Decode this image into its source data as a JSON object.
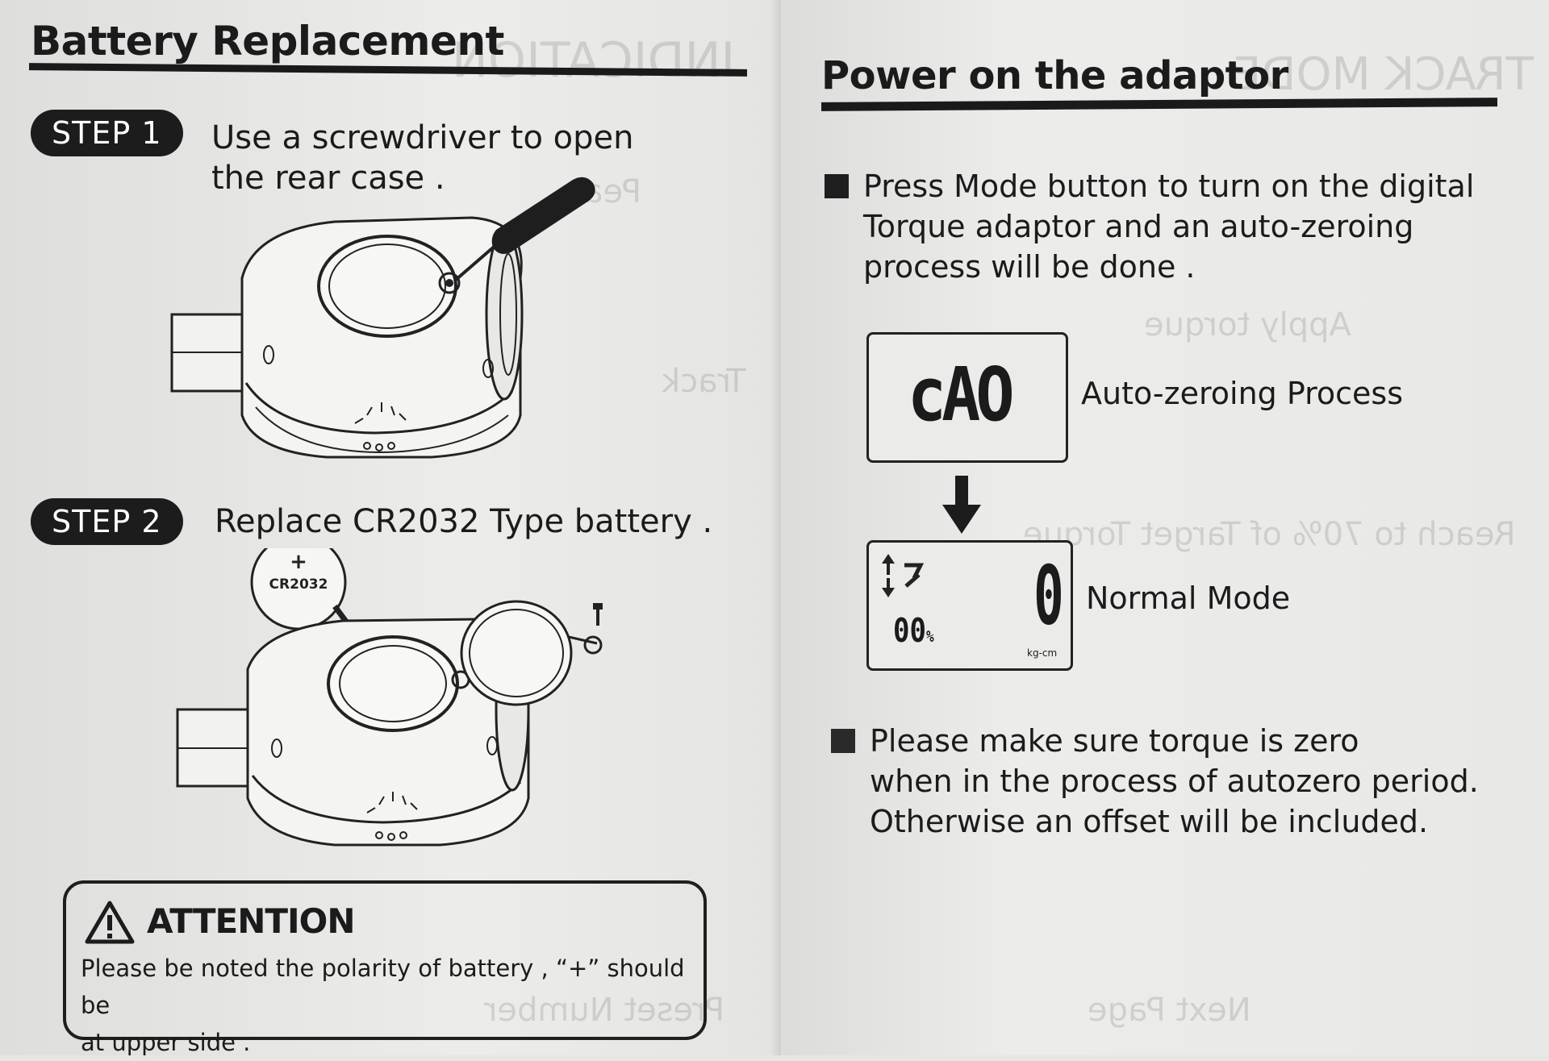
{
  "left": {
    "title": "Battery Replacement",
    "step1": {
      "badge": "STEP 1",
      "line1": "Use a screwdriver to open",
      "line2": "the rear case ."
    },
    "step2": {
      "badge": "STEP 2",
      "text": "Replace CR2032 Type battery ."
    },
    "battery": {
      "sign": "+",
      "model": "CR2032"
    },
    "attention": {
      "title": "ATTENTION",
      "line1": "Please be noted the polarity of battery ,  “+”   should be",
      "line2": "at upper side ."
    }
  },
  "right": {
    "title": "Power on the adaptor",
    "bullet1": {
      "line1": "Press Mode button to turn on the digital",
      "line2": "Torque adaptor and an auto-zeroing",
      "line3": "process will be done ."
    },
    "lcd1": {
      "display": "cAO",
      "label": "Auto-zeroing Process"
    },
    "lcd2": {
      "value": "0",
      "percent": "0",
      "percent_sign": "%",
      "unit": "kg-cm",
      "label": "Normal Mode"
    },
    "bullet2": {
      "line1": "Please make sure torque is zero",
      "line2": "when in the process of autozero period.",
      "line3": "Otherwise an offset will be included."
    }
  },
  "colors": {
    "ink": "#1b1b1b",
    "paper": "#e9e9e7",
    "pill": "#1c1c1c"
  }
}
